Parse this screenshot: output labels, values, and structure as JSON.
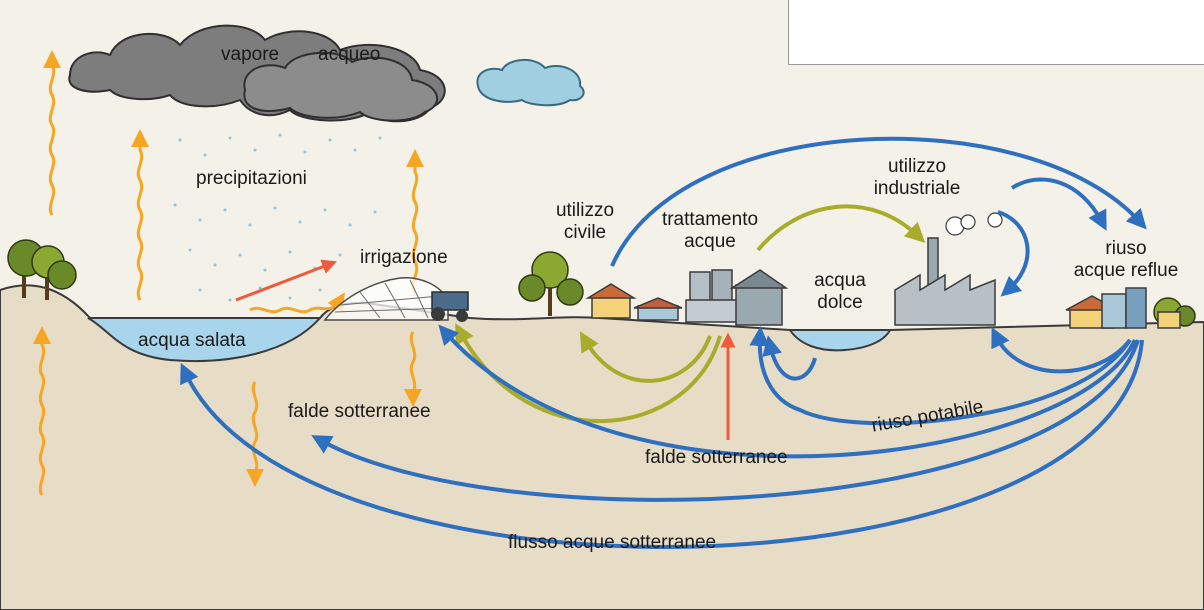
{
  "labels": {
    "vapore": "vapore",
    "acqueo": "acqueo",
    "precipitazioni": "precipitazioni",
    "irrigazione": "irrigazione",
    "acqua_salata": "acqua salata",
    "falde_sotterranee_left": "falde sotterranee",
    "utilizzo_civile_1": "utilizzo",
    "utilizzo_civile_2": "civile",
    "trattamento_1": "trattamento",
    "trattamento_2": "acque",
    "acqua_dolce_1": "acqua",
    "acqua_dolce_2": "dolce",
    "utilizzo_industriale_1": "utilizzo",
    "utilizzo_industriale_2": "industriale",
    "riuso_reflue_1": "riuso",
    "riuso_reflue_2": "acque reflue",
    "falde_sotterranee_center": "falde sotterranee",
    "riuso_potabile": "riuso potabile",
    "flusso_acque_sotterranee": "flusso acque sotterranee"
  },
  "colors": {
    "blue_arrow": "#2f6fc0",
    "olive_arrow": "#a9ac2a",
    "red_arrow": "#ef5a3a",
    "orange_arrow": "#f6a623",
    "ground": "#e7dcc6",
    "water": "#a8d4ec",
    "cloud_dark": "#7d7d7d",
    "cloud_light": "#9fcfe0"
  },
  "icons": [
    "cloud-icon",
    "tree-icon",
    "house-icon",
    "greenhouse-icon",
    "tractor-icon",
    "factory-icon",
    "water-treatment-plant-icon"
  ]
}
